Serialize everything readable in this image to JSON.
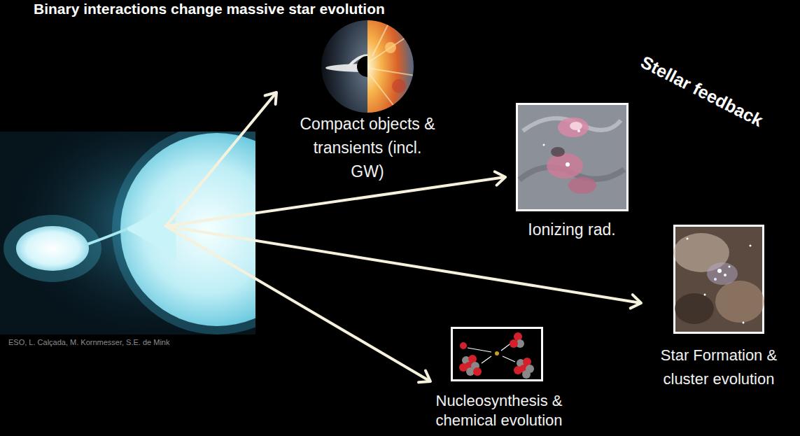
{
  "diagram": {
    "title": "Binary interactions change massive star evolution",
    "nodes": [
      {
        "text": [
          "ESO, L. Calçada, M. Kornmesser, S.E. de Mink"
        ]
      },
      {
        "text": [
          "Compact objects & transients (incl. GW)"
        ]
      },
      {
        "text": [
          "Ionizing rad."
        ]
      },
      {
        "text": [
          "Star Formation & cluster evolution"
        ]
      },
      {
        "text": [
          "Nucleosynthesis & chemical evolution"
        ]
      }
    ],
    "edges": [
      {
        "from": 0,
        "to": 1,
        "arrow": "to"
      },
      {
        "from": 0,
        "to": 2,
        "arrow": "to"
      },
      {
        "from": 0,
        "to": 3,
        "arrow": "to"
      },
      {
        "from": 0,
        "to": 4,
        "arrow": "to"
      }
    ],
    "labels": [
      "Stellar feedback"
    ]
  }
}
